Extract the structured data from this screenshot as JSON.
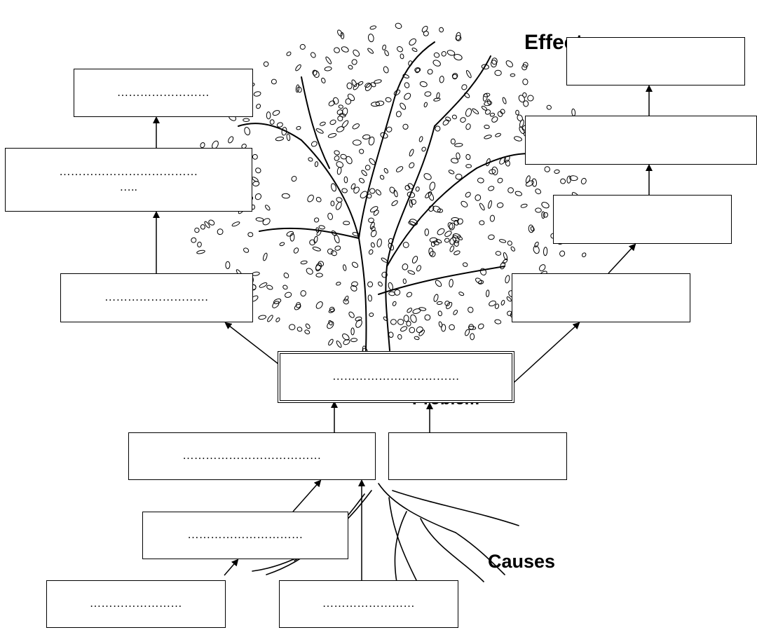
{
  "labels": {
    "effects": "Effects",
    "problem": "Problem",
    "causes": "Causes"
  },
  "problem_box": {
    "text": "……………………………"
  },
  "effect_boxes": [
    {
      "text": "……………………"
    },
    {
      "text": "………………………………\n….."
    },
    {
      "text": "………………………"
    },
    {
      "text": ""
    },
    {
      "text": ""
    },
    {
      "text": ""
    },
    {
      "text": ""
    }
  ],
  "cause_boxes": [
    {
      "text": "………………………………"
    },
    {
      "text": ""
    },
    {
      "text": "…………………………"
    },
    {
      "text": "……………………"
    },
    {
      "text": "……………………"
    }
  ]
}
